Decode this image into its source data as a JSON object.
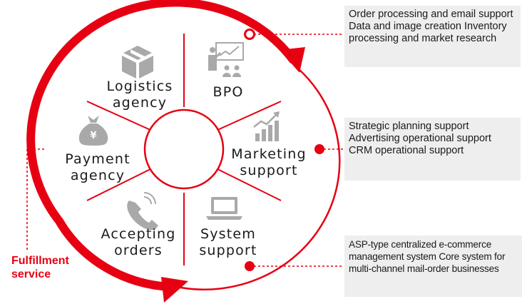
{
  "segments": {
    "bpo": [
      "BPO"
    ],
    "marketing": [
      "Marketing",
      "support"
    ],
    "system": [
      "System",
      "support"
    ],
    "accepting": [
      "Accepting",
      "orders"
    ],
    "payment": [
      "Payment",
      "agency"
    ],
    "logistics": [
      "Logistics",
      "agency"
    ]
  },
  "callouts": {
    "top": "Order processing and email support Data and image creation Inventory processing and market research",
    "middle": "Strategic planning support Advertising operational support CRM operational support",
    "bottom": "ASP-type centralized e-commerce management system Core system for multi-channel mail-order businesses"
  },
  "side_label": [
    "Fulfillment",
    "service"
  ],
  "colors": {
    "accent": "#e60012",
    "icon": "#a9a9a9",
    "box": "#eeeeee",
    "text": "#1a1a1a"
  },
  "icons": {
    "bpo": "presentation-icon",
    "marketing": "growth-chart-icon",
    "system": "laptop-icon",
    "accepting": "phone-icon",
    "payment": "money-bag-icon",
    "logistics": "box-icon"
  }
}
